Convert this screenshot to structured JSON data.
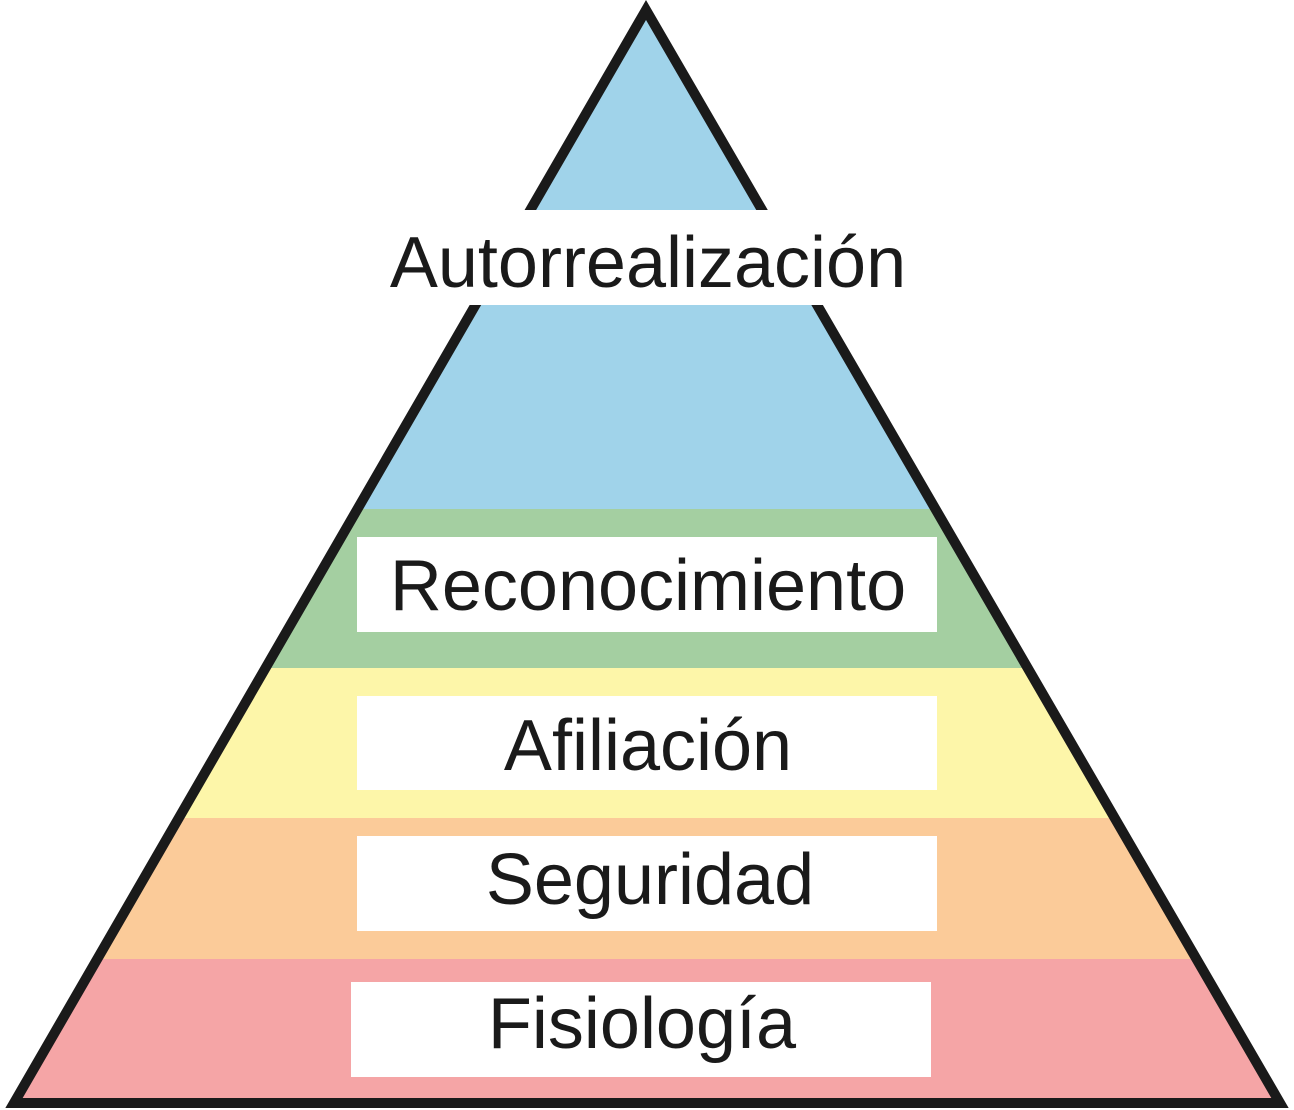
{
  "title": "Pirámide de necesidades",
  "levels": [
    {
      "label": "Autorrealización",
      "color": "#a0d3ea"
    },
    {
      "label": "Reconocimiento",
      "color": "#a4cfa1"
    },
    {
      "label": "Afiliación",
      "color": "#fdf6a9"
    },
    {
      "label": "Seguridad",
      "color": "#fbcb99"
    },
    {
      "label": "Fisiología",
      "color": "#f5a5a6"
    }
  ],
  "outline_color": "#1a1a1a"
}
